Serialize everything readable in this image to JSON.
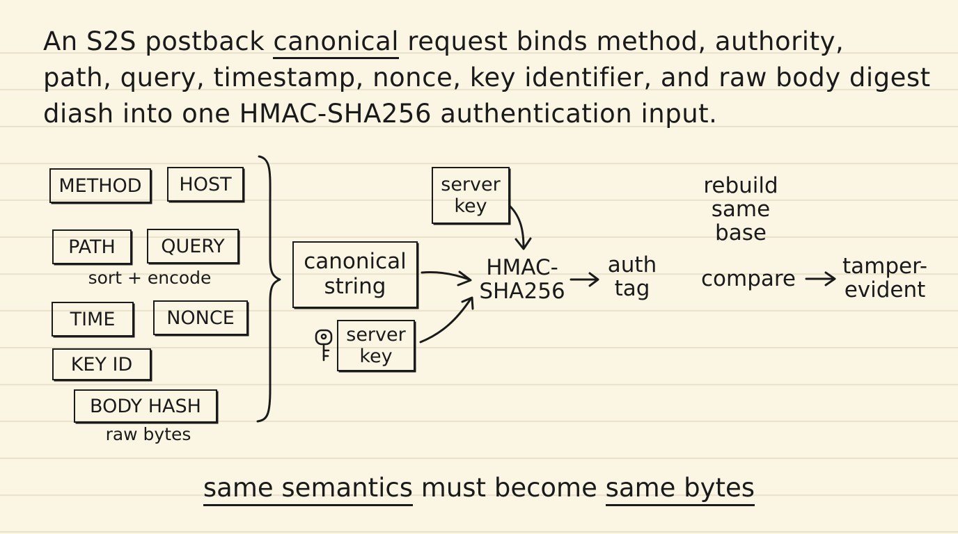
{
  "headline": {
    "line1_before": "An S2S postback ",
    "line1_emphasis": "canonical",
    "line1_after": " request binds method, authority,",
    "line2": "path, query, timestamp, nonce, key identifier, and raw body digest",
    "line3": "diash into one HMAC-SHA256 authentication input."
  },
  "fields": {
    "method": "METHOD",
    "host": "HOST",
    "path": "PATH",
    "query": "QUERY",
    "sort_note": "sort + encode",
    "time": "TIME",
    "nonce": "NONCE",
    "key_id": "KEY ID",
    "body_hash": "BODY HASH",
    "raw_note": "raw bytes"
  },
  "canonical": {
    "line1": "canonical",
    "line2": "string"
  },
  "server_key_top": {
    "line1": "server",
    "line2": "key"
  },
  "server_key_bottom": {
    "line1": "server",
    "line2": "key"
  },
  "hmac": {
    "line1": "HMAC-",
    "line2": "SHA256"
  },
  "auth_tag": {
    "line1": "auth",
    "line2": "tag"
  },
  "rebuild": {
    "line1": "rebuild",
    "line2": "same",
    "line3": "base"
  },
  "compare": "compare",
  "tamper": {
    "line1": "tamper-",
    "line2": "evident"
  },
  "footer": {
    "part1": "same semantics",
    "part2": " must become ",
    "part3": "same bytes"
  },
  "icons": [
    "key-icon"
  ]
}
